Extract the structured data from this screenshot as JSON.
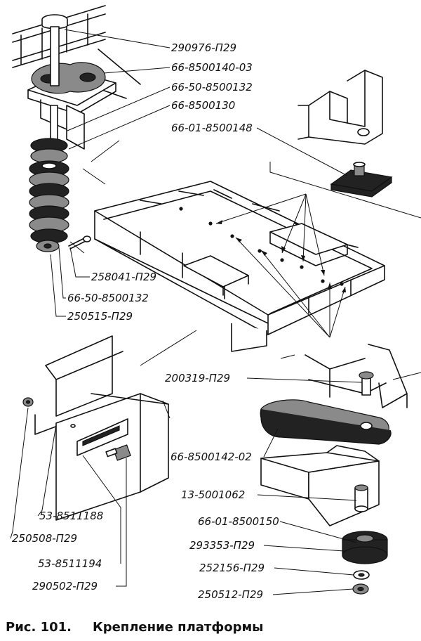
{
  "figure": {
    "caption_number": "Рис. 101.",
    "caption_title": "Крепление платформы"
  },
  "labels": [
    {
      "id": "l1",
      "text": "290976-П29"
    },
    {
      "id": "l2",
      "text": "66-8500140-03"
    },
    {
      "id": "l3",
      "text": "66-50-8500132"
    },
    {
      "id": "l4",
      "text": "66-8500130"
    },
    {
      "id": "l5",
      "text": "66-01-8500148"
    },
    {
      "id": "l6",
      "text": "258041-П29"
    },
    {
      "id": "l7",
      "text": "66-50-8500132"
    },
    {
      "id": "l8",
      "text": "250515-П29"
    },
    {
      "id": "l9",
      "text": "200319-П29"
    },
    {
      "id": "l10",
      "text": "66-8500142-02"
    },
    {
      "id": "l11",
      "text": "13-5001062"
    },
    {
      "id": "l12",
      "text": "66-01-8500150"
    },
    {
      "id": "l13",
      "text": "293353-П29"
    },
    {
      "id": "l14",
      "text": "252156-П29"
    },
    {
      "id": "l15",
      "text": "250512-П29"
    },
    {
      "id": "l16",
      "text": "53-8511188"
    },
    {
      "id": "l17",
      "text": "250508-П29"
    },
    {
      "id": "l18",
      "text": "53-8511194"
    },
    {
      "id": "l19",
      "text": "290502-П29"
    }
  ]
}
